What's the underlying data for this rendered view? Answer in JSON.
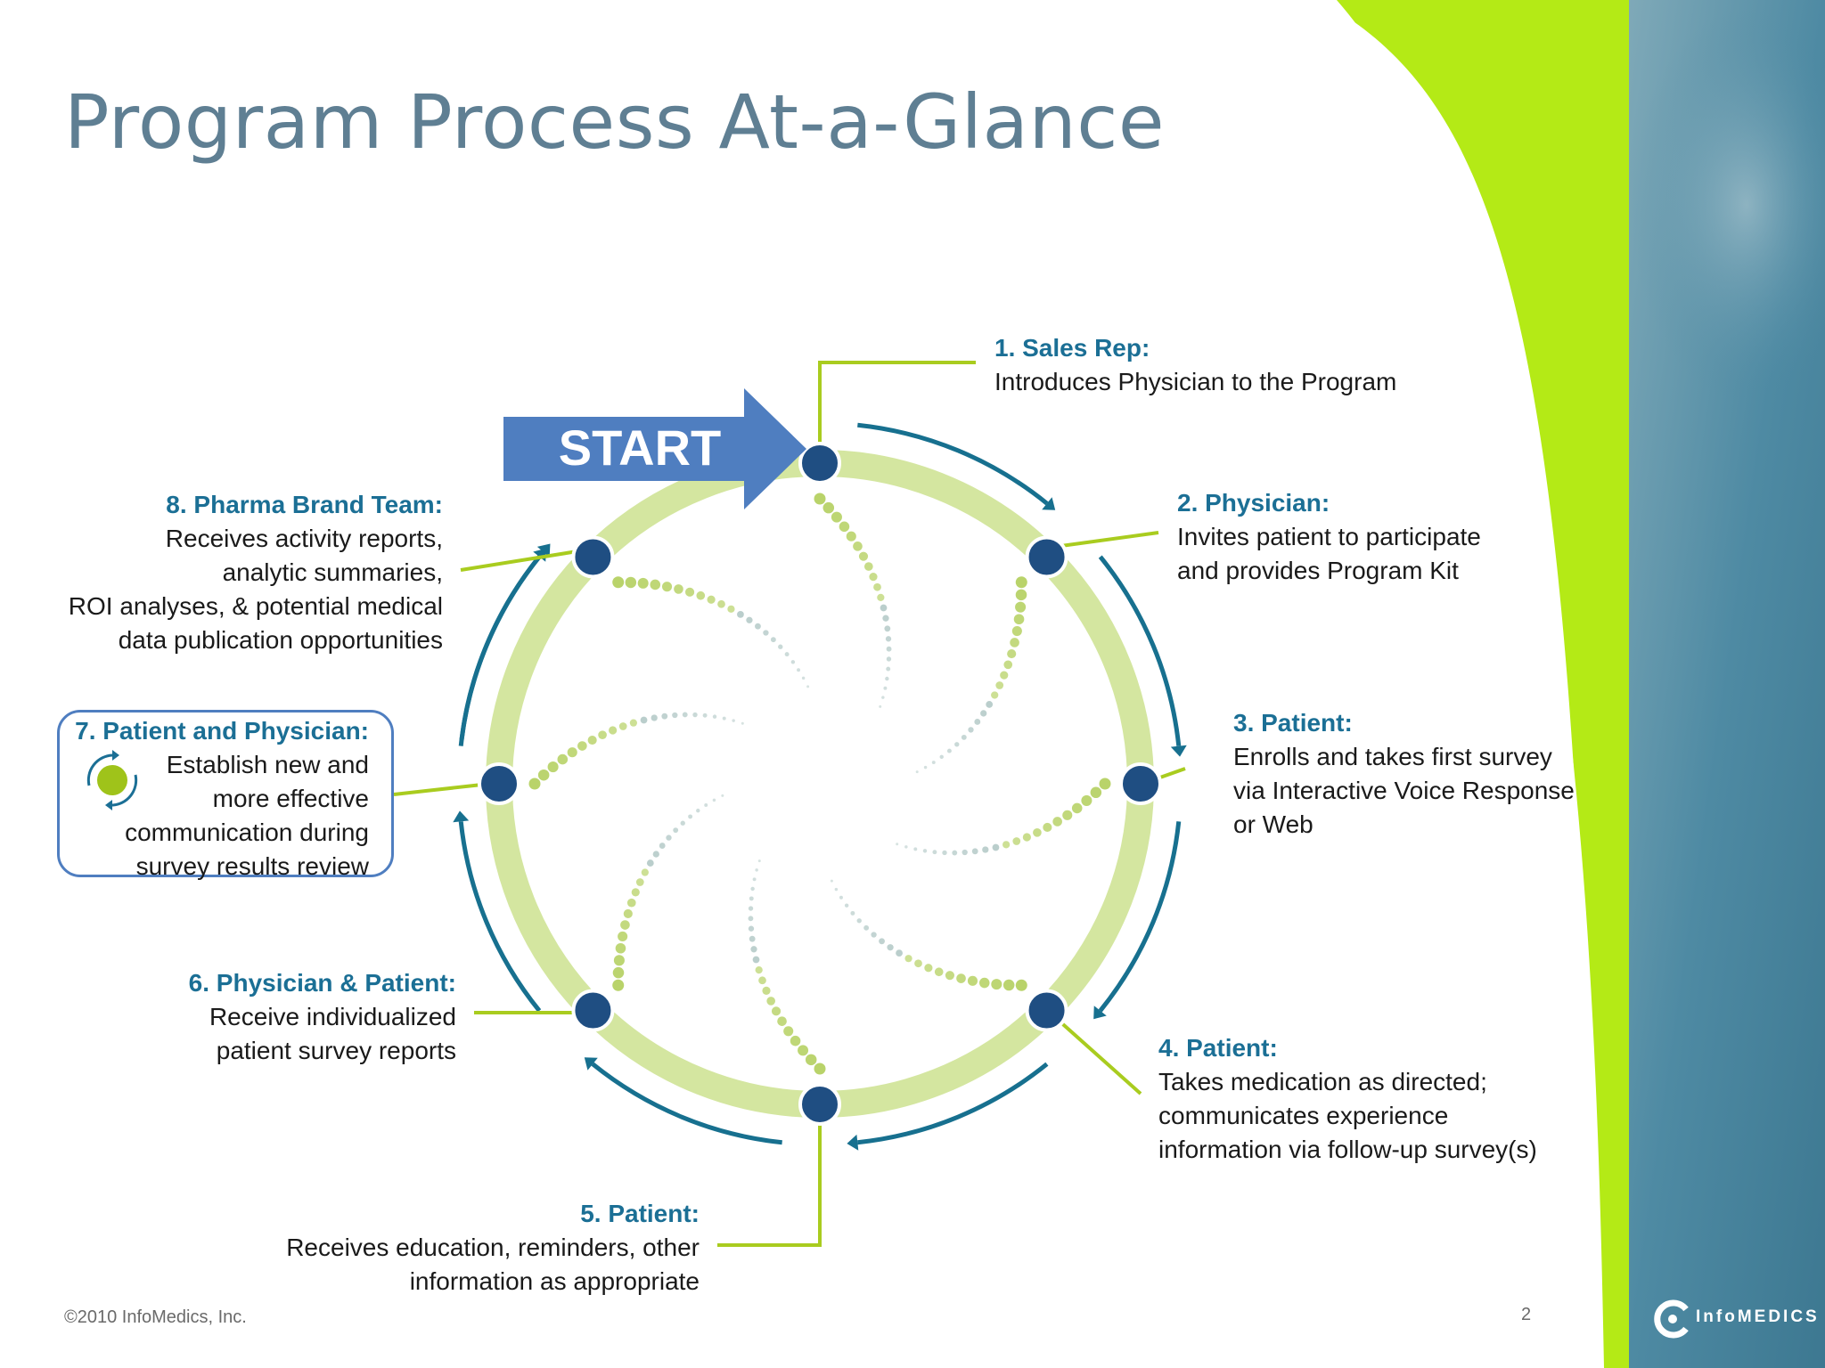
{
  "title": "Program Process At-a-Glance",
  "start_label": "START",
  "steps": [
    {
      "head": "1. Sales Rep:",
      "body": "Introduces Physician to the Program"
    },
    {
      "head": "2. Physician:",
      "body": "Invites patient to participate\nand provides Program Kit"
    },
    {
      "head": "3. Patient:",
      "body": "Enrolls and takes first survey\nvia Interactive Voice Response\nor Web"
    },
    {
      "head": "4. Patient:",
      "body": "Takes medication as directed;\ncommunicates experience\ninformation via follow-up survey(s)"
    },
    {
      "head": "5. Patient:",
      "body": "Receives education, reminders, other\ninformation as appropriate"
    },
    {
      "head": "6. Physician & Patient:",
      "body": "Receive individualized\npatient survey reports"
    },
    {
      "head": "7. Patient and Physician:",
      "body": "Establish new and\nmore effective\ncommunication during\nsurvey results review"
    },
    {
      "head": "8. Pharma Brand Team:",
      "body": "Receives activity reports, \nanalytic summaries,\nROI analyses, & potential medical\ndata publication opportunities"
    }
  ],
  "footer": {
    "copyright": "©2010 InfoMedics, Inc.",
    "page_number": "2",
    "logo_text": "InfoMEDICS"
  },
  "colors": {
    "title": "#5f7f93",
    "ring": "#d4e6a0",
    "node": "#1f4e82",
    "arrow": "#17708f",
    "connector": "#a9cc1f",
    "start_arrow": "#4f7ec0",
    "accent_green": "#b4ea16",
    "side_panel": "#4e8aa3"
  }
}
